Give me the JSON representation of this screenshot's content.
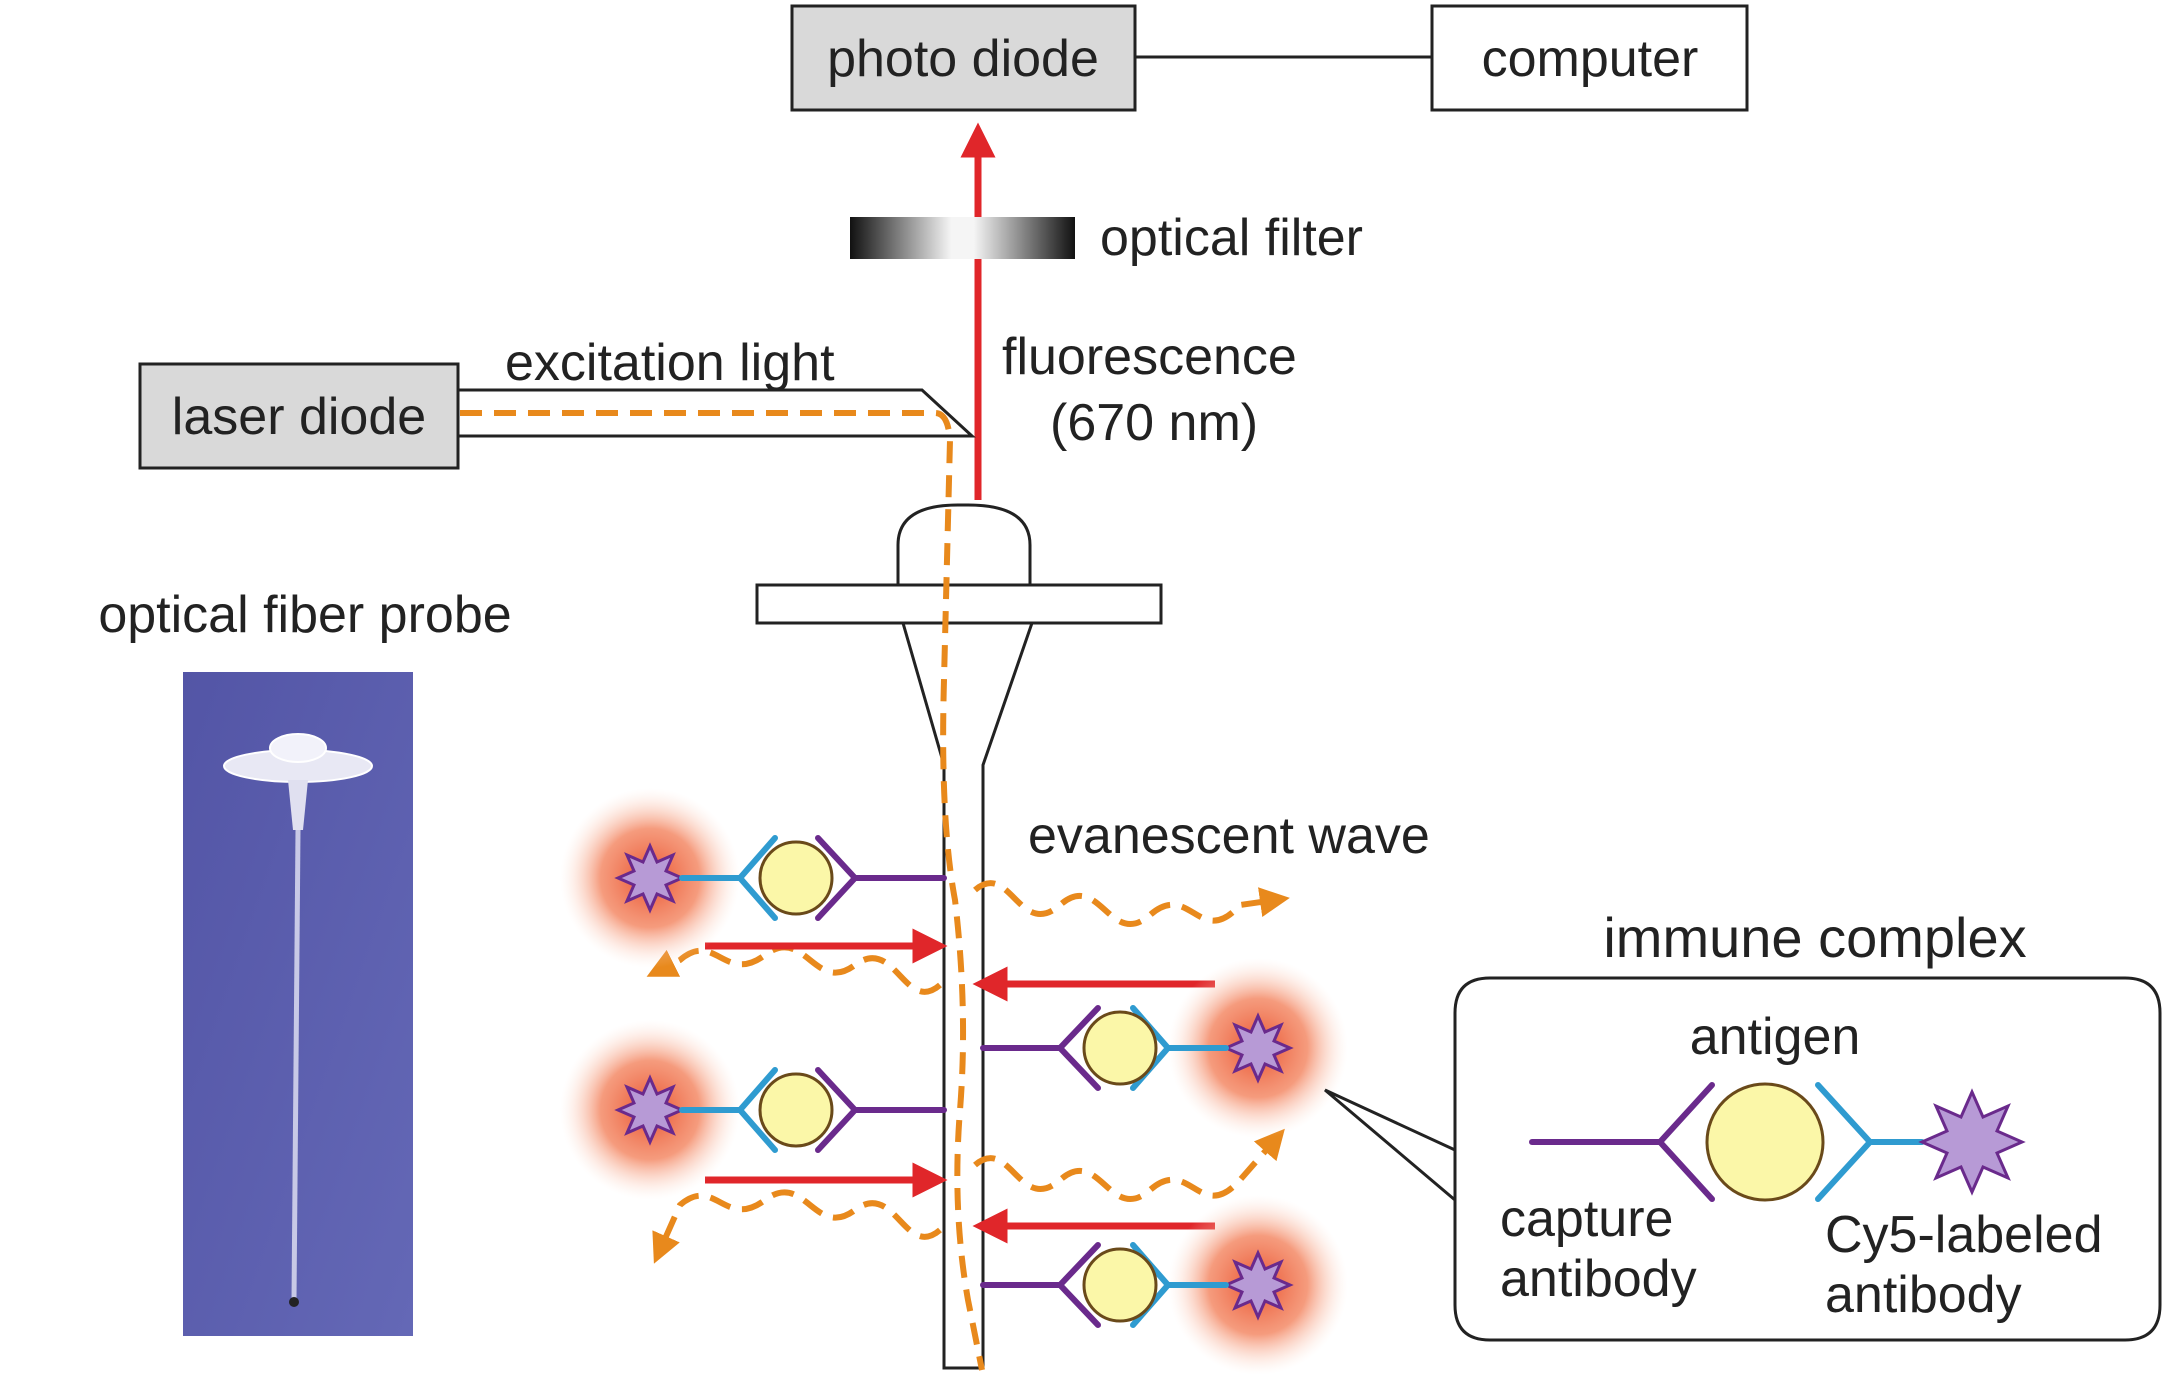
{
  "labels": {
    "photo_diode": "photo diode",
    "computer": "computer",
    "optical_filter": "optical filter",
    "laser_diode": "laser diode",
    "excitation_light": "excitation light",
    "fluorescence": "fluorescence",
    "wavelength": "(670 nm)",
    "optical_fiber_probe": "optical fiber probe",
    "evanescent_wave": "evanescent wave",
    "immune_complex": "immune complex",
    "antigen": "antigen",
    "capture_line1": "capture",
    "capture_line2": "antibody",
    "cy5_line1": "Cy5-labeled",
    "cy5_line2": "antibody"
  },
  "colors": {
    "box_fill": "#d9d9d9",
    "excitation": "#e8891c",
    "fluorescence": "#e0262a",
    "capture_antibody": "#6a2a8c",
    "labeled_antibody": "#2f9bd0",
    "antigen": "#fbf7a8",
    "cy5_dye": "#b79ad6",
    "glow": "#f0683c",
    "photo_background": "#5b5fae"
  }
}
